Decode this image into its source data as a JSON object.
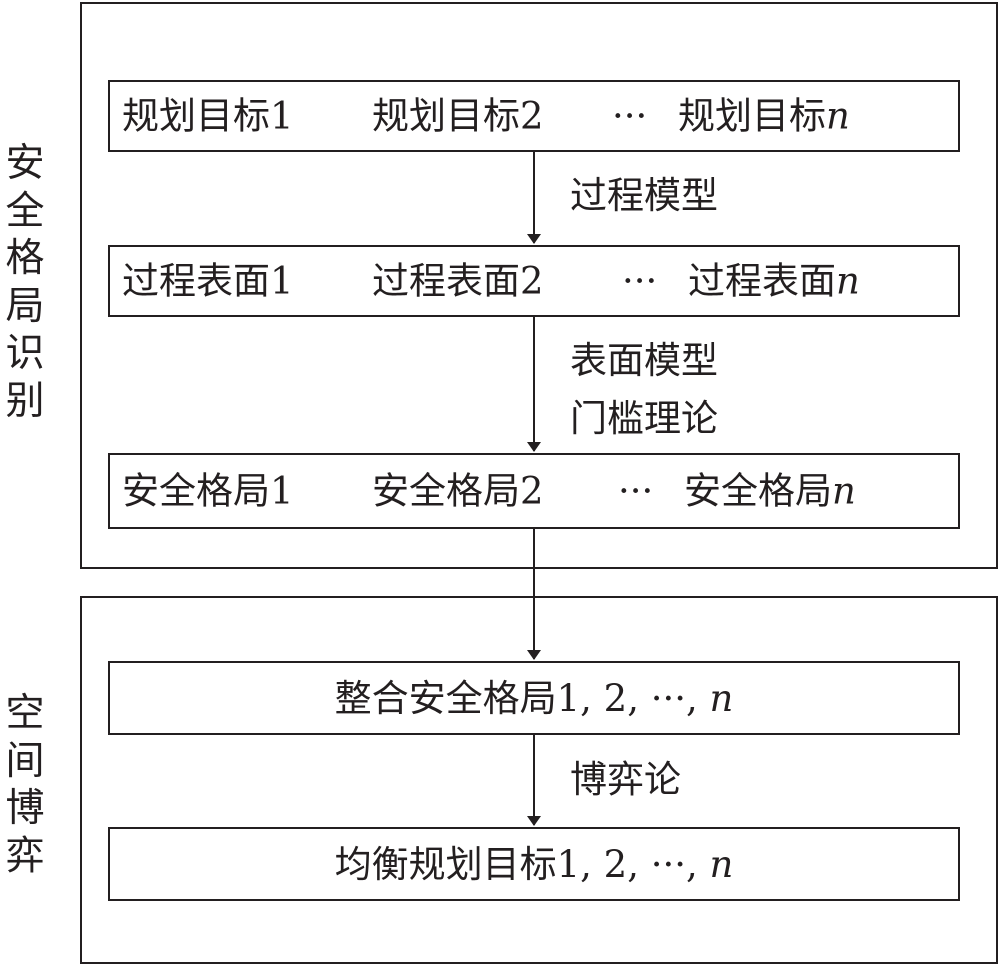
{
  "groups": {
    "identification": {
      "label": [
        "安",
        "全",
        "格",
        "局",
        "识",
        "别"
      ]
    },
    "game": {
      "label": [
        "空",
        "间",
        "博",
        "弈"
      ]
    }
  },
  "nodes": {
    "goals": {
      "item1": "规划目标1",
      "item2": "规划目标2",
      "ellipsis": "···",
      "itemn_prefix": "规划目标",
      "itemn_suffix": "n"
    },
    "surfaces": {
      "item1": "过程表面1",
      "item2": "过程表面2",
      "ellipsis": "···",
      "itemn_prefix": "过程表面",
      "itemn_suffix": "n"
    },
    "patterns": {
      "item1": "安全格局1",
      "item2": "安全格局2",
      "ellipsis": "···",
      "itemn_prefix": "安全格局",
      "itemn_suffix": "n"
    },
    "integrate": {
      "prefix": "整合安全格局1, 2, ···, ",
      "suffix": "n"
    },
    "balance": {
      "prefix": "均衡规划目标1, 2, ···, ",
      "suffix": "n"
    }
  },
  "edges": {
    "goals_to_surfaces": "过程模型",
    "surfaces_to_patterns_1": "表面模型",
    "surfaces_to_patterns_2": "门槛理论",
    "integrate_to_balance": "博弈论"
  }
}
